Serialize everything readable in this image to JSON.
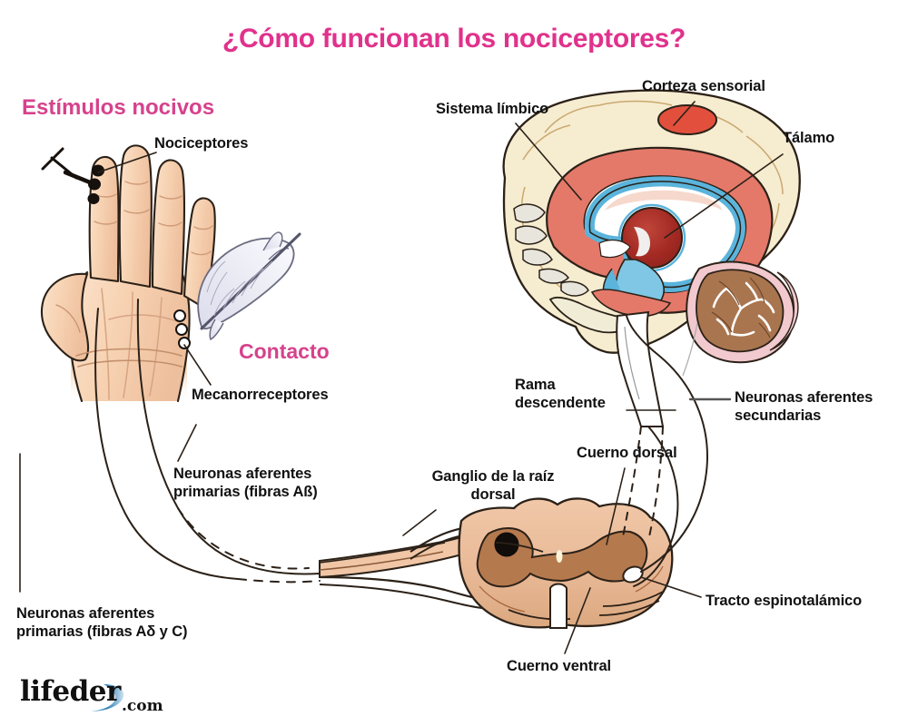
{
  "title": "¿Cómo funcionan los nociceptores?",
  "headings": {
    "estimulos_nocivos": "Estímulos nocivos",
    "contacto": "Contacto"
  },
  "labels": {
    "nociceptores": "Nociceptores",
    "mecanorreceptores": "Mecanorreceptores",
    "aferentes_primarias_abeta": "Neuronas aferentes\nprimarias (fibras Aß)",
    "aferentes_primarias_adelta_c": "Neuronas aferentes\nprimarias (fibras Aδ y C)",
    "sistema_limbico": "Sistema límbico",
    "corteza_sensorial": "Corteza sensorial",
    "talamo": "Tálamo",
    "rama_descendente": "Rama\ndescendente",
    "aferentes_secundarias": "Neuronas aferentes\nsecundarias",
    "cuerno_dorsal": "Cuerno dorsal",
    "ganglio_raiz_dorsal": "Ganglio de la raíz\ndorsal",
    "cuerno_ventral": "Cuerno ventral",
    "tracto_espinotalamico": "Tracto espinotalámico"
  },
  "logo": {
    "name": "lifeder",
    "domain": ".com"
  },
  "colors": {
    "title_pink": "#e0328c",
    "heading_pink": "#d6428c",
    "label_black": "#111111",
    "skin": "#f7d3b3",
    "skin_shadow": "#edbb96",
    "brain_cortex": "#f6ecd0",
    "brain_limbic": "#e4796a",
    "brain_ventricle": "#5ab4dc",
    "thalamus": "#a32a23",
    "cerebellum": "#a9754f",
    "cerebellum_pink": "#f1c9ce",
    "cord_white_matter": "#e9b997",
    "cord_gray_matter": "#b5794e",
    "feather": "#e8e8f2",
    "logo_swoosh": "#2d7fb8",
    "background": "#ffffff"
  },
  "figure_elements": {
    "pin_icon": "pin-tack",
    "feather_icon": "feather",
    "nociceptor_dots": 3,
    "mechanoreceptor_dots": 3,
    "hand_view": "dorsal right hand",
    "brain_view": "midsagittal section",
    "spinal_cord_view": "transverse section"
  }
}
